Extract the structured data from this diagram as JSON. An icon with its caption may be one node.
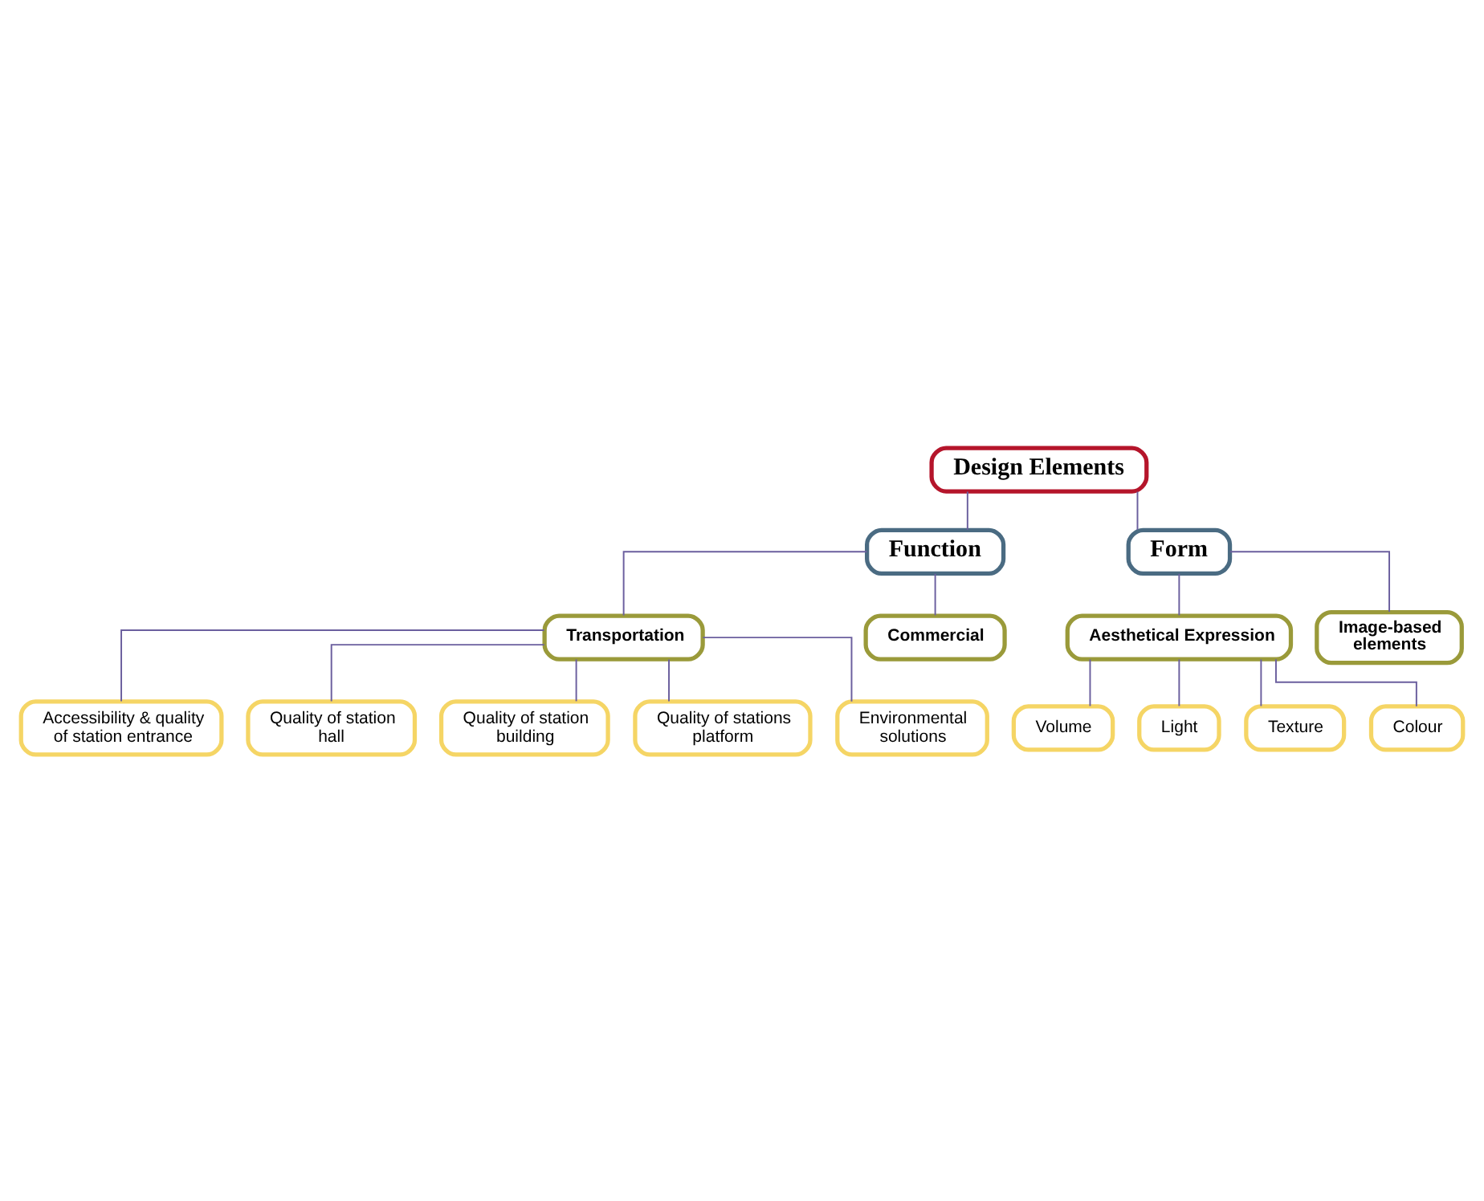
{
  "diagram": {
    "nodes": [
      {
        "text": [
          "Design Elements"
        ]
      },
      {
        "text": [
          "Function"
        ]
      },
      {
        "text": [
          "Form"
        ]
      },
      {
        "text": [
          "Transportation"
        ]
      },
      {
        "text": [
          "Accessibility & quality of station entrance"
        ]
      },
      {
        "text": [
          "Quality of station hall"
        ]
      },
      {
        "text": [
          "Quality of station building"
        ]
      },
      {
        "text": [
          "Quality of stations platform"
        ]
      },
      {
        "text": [
          "Environmental solutions"
        ]
      },
      {
        "text": [
          "Commercial"
        ]
      },
      {
        "text": [
          "Aesthetical Expression"
        ]
      },
      {
        "text": [
          "Volume"
        ]
      },
      {
        "text": [
          "Light"
        ]
      },
      {
        "text": [
          "Texture"
        ]
      },
      {
        "text": [
          "Colour"
        ]
      },
      {
        "text": [
          "Image-based elements"
        ]
      }
    ],
    "edges": [
      {
        "from": 0,
        "to": 1,
        "arrow": "none"
      },
      {
        "from": 0,
        "to": 2,
        "arrow": "none"
      },
      {
        "from": 1,
        "to": 3,
        "arrow": "none"
      },
      {
        "from": 3,
        "to": 4,
        "arrow": "none"
      },
      {
        "from": 3,
        "to": 5,
        "arrow": "none"
      },
      {
        "from": 3,
        "to": 6,
        "arrow": "none"
      },
      {
        "from": 3,
        "to": 7,
        "arrow": "none"
      },
      {
        "from": 3,
        "to": 8,
        "arrow": "none"
      },
      {
        "from": 1,
        "to": 9,
        "arrow": "none"
      },
      {
        "from": 2,
        "to": 10,
        "arrow": "none"
      },
      {
        "from": 10,
        "to": 11,
        "arrow": "none"
      },
      {
        "from": 10,
        "to": 12,
        "arrow": "none"
      },
      {
        "from": 10,
        "to": 13,
        "arrow": "none"
      },
      {
        "from": 10,
        "to": 14,
        "arrow": "none"
      },
      {
        "from": 2,
        "to": 15,
        "arrow": "none"
      }
    ]
  }
}
